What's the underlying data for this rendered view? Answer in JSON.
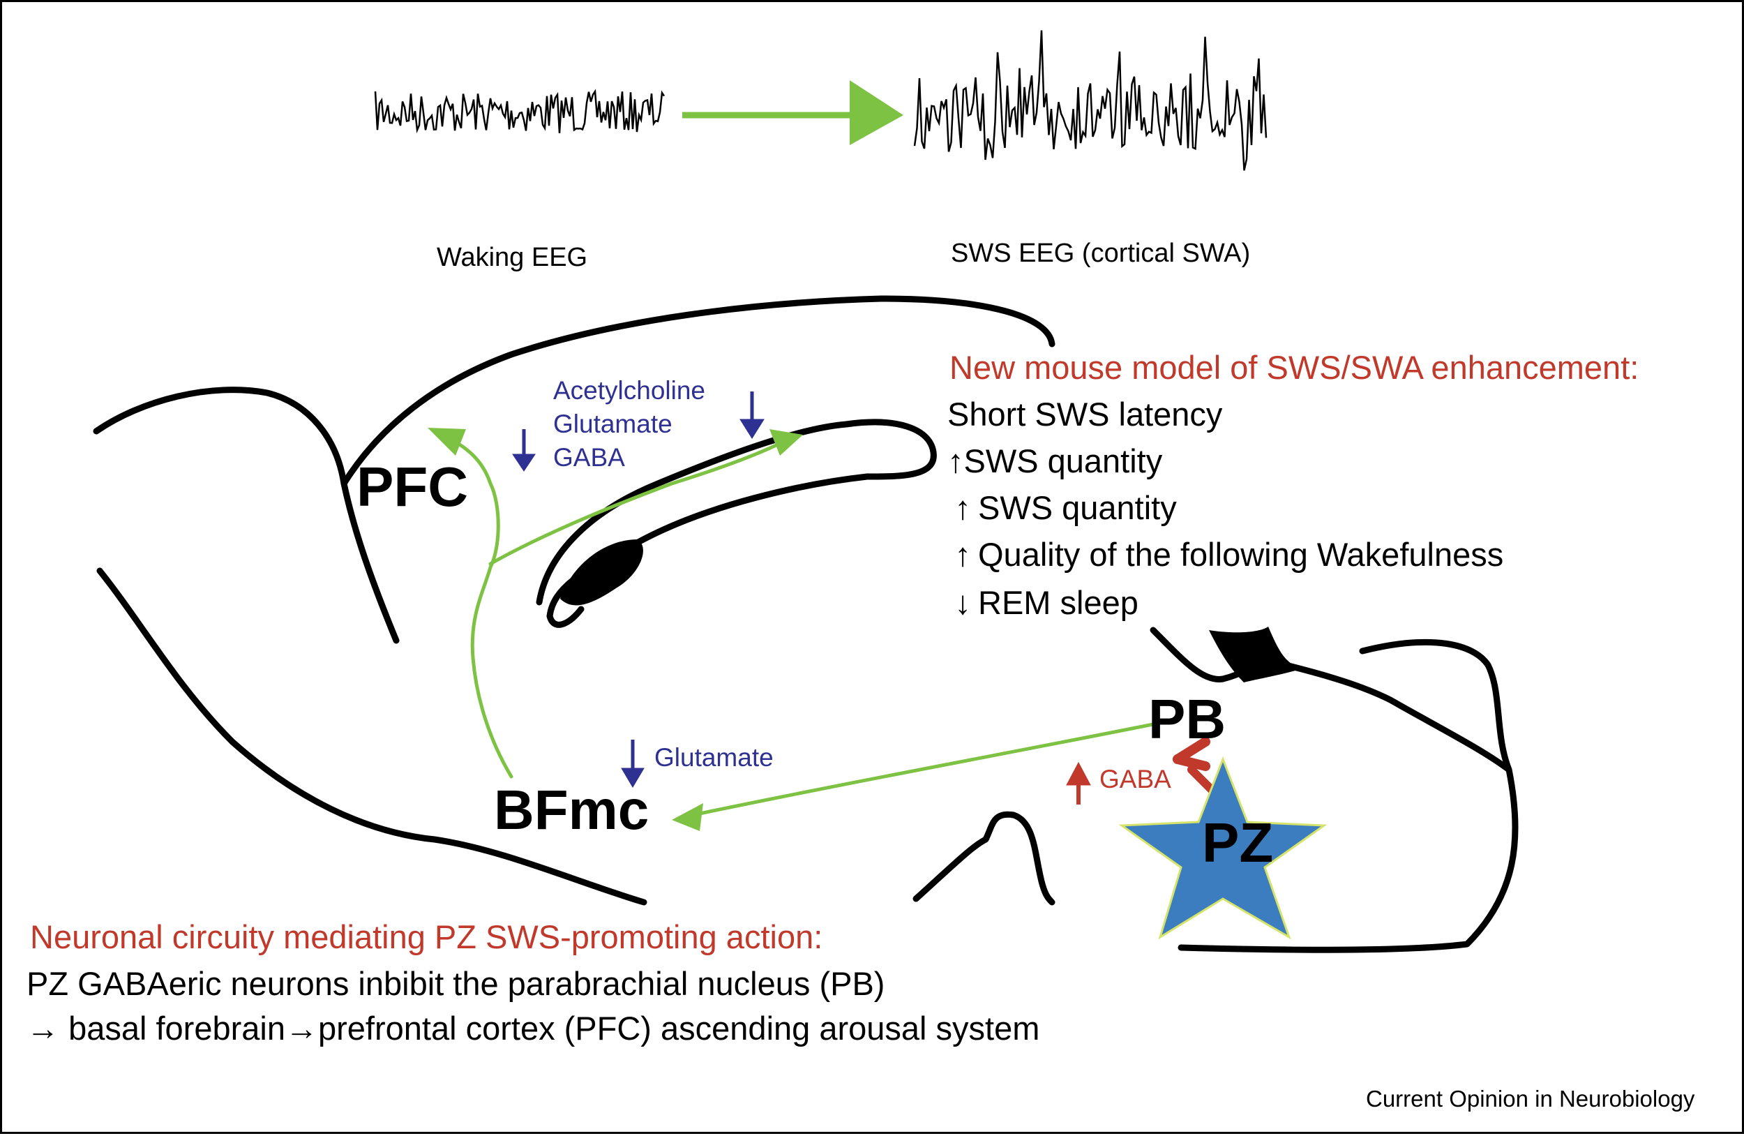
{
  "eeg": {
    "waking_label": "Waking EEG",
    "sws_label": "SWS EEG (cortical SWA)"
  },
  "regions": {
    "pfc": "PFC",
    "bfmc": "BFmc",
    "pb": "PB",
    "pz": "PZ"
  },
  "neurotransmitters": {
    "cortical": [
      "Acetylcholine",
      "Glutamate",
      "GABA"
    ],
    "bf_glutamate": "Glutamate",
    "pz_gaba": "GABA"
  },
  "model": {
    "title": "New mouse model of SWS/SWA enhancement:",
    "items": [
      {
        "arrow": "",
        "text": "Short SWS latency"
      },
      {
        "arrow": "↑",
        "text": "SWS quantity"
      },
      {
        "arrow": "↑",
        "text": "SWS quantity"
      },
      {
        "arrow": "↑",
        "text": "Quality of the following Wakefulness"
      },
      {
        "arrow": "↓",
        "text": "REM sleep"
      }
    ]
  },
  "circuitry": {
    "title": "Neuronal circuity mediating PZ SWS-promoting action:",
    "line1": "PZ GABAeric neurons inbibit the parabrachial nucleus (PB)",
    "line2_arrow1": "→",
    "line2_a": "basal forebrain",
    "line2_arrow2": "→",
    "line2_b": "prefrontal cortex (PFC) ascending arousal system"
  },
  "credit": "Current Opinion in Neurobiology",
  "colors": {
    "pathway_green": "#7dc242",
    "heading_red": "#c0392b",
    "neurotransmitter_blue": "#2e3192",
    "pz_star_blue": "#3b7dbf",
    "inhibition_red": "#c0392b"
  }
}
